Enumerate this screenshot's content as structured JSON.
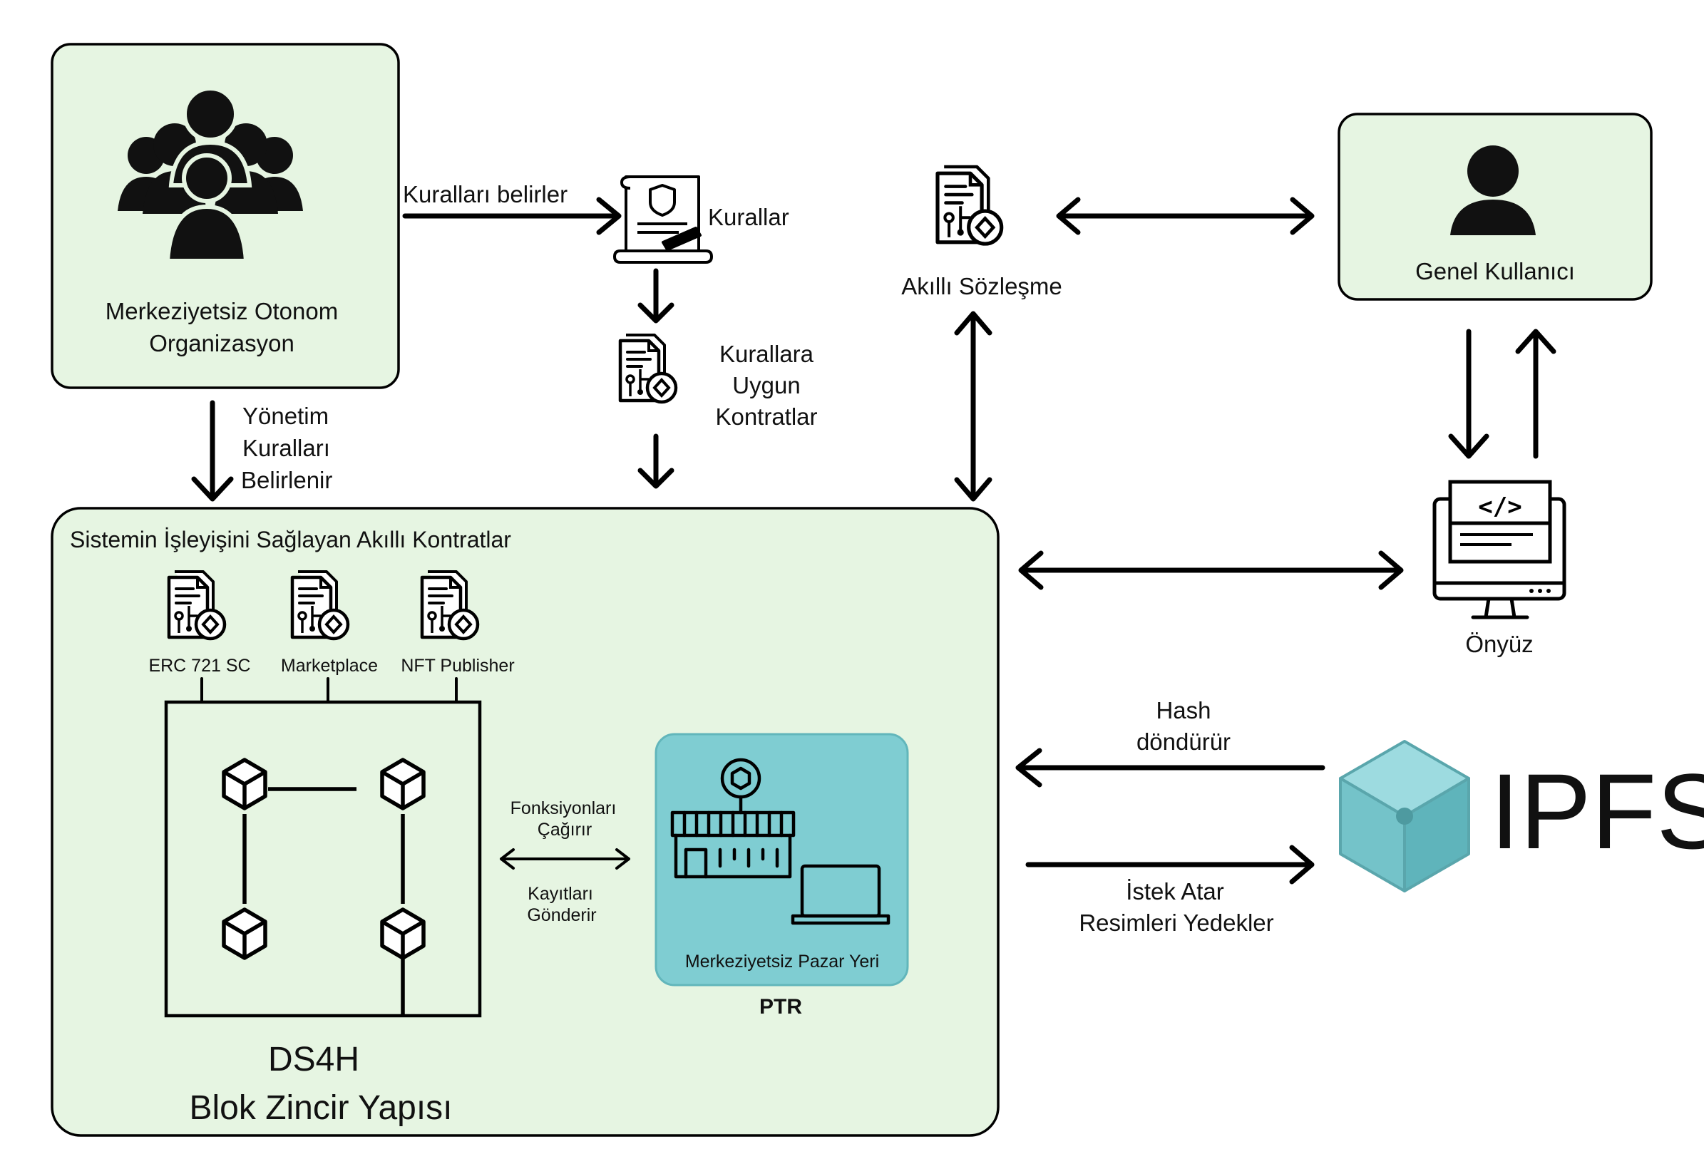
{
  "dao": {
    "line1": "Merkeziyetsiz Otonom",
    "line2": "Organizasyon"
  },
  "arrows": {
    "sets_rules": "Kuralları belirler",
    "governance_1": "Yönetim",
    "governance_2": "Kuralları",
    "governance_3": "Belirlenir",
    "calls_1": "Fonksiyonları",
    "calls_2": "Çağırır",
    "sends_1": "Kayıtları",
    "sends_2": "Gönderir",
    "hash_1": "Hash",
    "hash_2": "döndürür",
    "request_1": "İstek Atar",
    "request_2": "Resimleri Yedekler"
  },
  "rules": {
    "label": "Kurallar"
  },
  "compliant": {
    "line1": "Kurallara",
    "line2": "Uygun",
    "line3": "Kontratlar"
  },
  "smart_contract": {
    "label": "Akıllı Sözleşme"
  },
  "user": {
    "label": "Genel Kullanıcı"
  },
  "frontend": {
    "label": "Önyüz"
  },
  "system": {
    "title": "Sistemin İşleyişini Sağlayan Akıllı Kontratlar",
    "contracts": [
      "ERC 721 SC",
      "Marketplace",
      "NFT Publisher"
    ],
    "chain_line1": "DS4H",
    "chain_line2": "Blok Zincir Yapısı"
  },
  "marketplace": {
    "label": "Merkeziyetsiz Pazar Yeri",
    "code": "PTR"
  },
  "ipfs": {
    "label": "IPFS"
  },
  "colors": {
    "green_box": "#e6f5e2",
    "teal": "#7fcdd2",
    "ipfs_teal": "#74c3c9"
  }
}
